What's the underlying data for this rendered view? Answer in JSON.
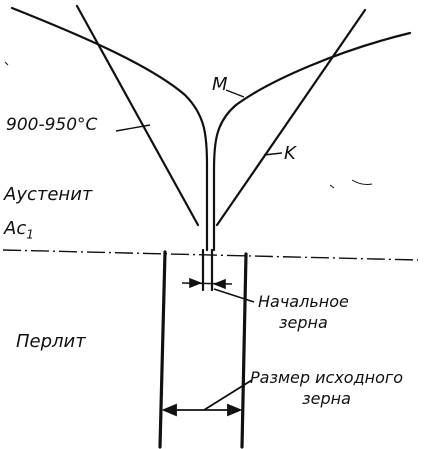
{
  "labels": {
    "temperature": "900-950°C",
    "austenite": "Аустенит",
    "ac1_main": "Ac",
    "ac1_sub": "1",
    "pearlite": "Перлит",
    "curve_m": "M",
    "curve_k": "K",
    "initial_grain_line1": "Начальное",
    "initial_grain_line2": "зерна",
    "original_grain_size_line1": "Размер исходного",
    "original_grain_size_line2": "зерна"
  },
  "colors": {
    "ink": "#111111",
    "background": "#ffffff"
  }
}
